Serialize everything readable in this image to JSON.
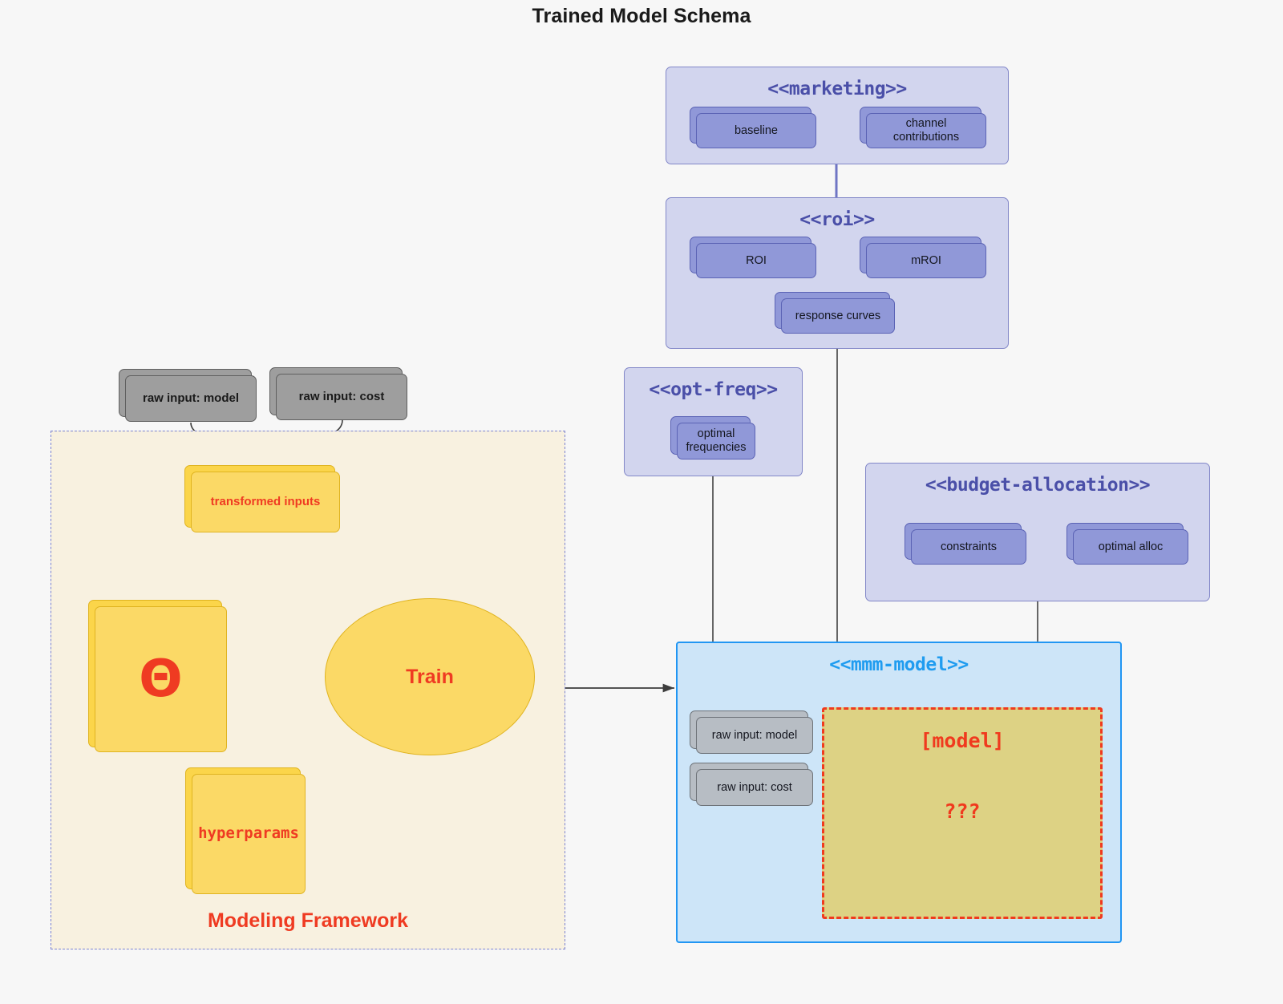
{
  "title": "Trained Model Schema",
  "packages": {
    "marketing": {
      "stereotype": "<<marketing>>",
      "nodes": [
        {
          "label": "baseline"
        },
        {
          "label": "channel contributions"
        }
      ]
    },
    "roi": {
      "stereotype": "<<roi>>",
      "nodes": [
        {
          "label": "ROI"
        },
        {
          "label": "mROI"
        },
        {
          "label": "response curves"
        }
      ]
    },
    "opt_freq": {
      "stereotype": "<<opt-freq>>",
      "nodes": [
        {
          "label": "optimal frequencies"
        }
      ]
    },
    "budget_allocation": {
      "stereotype": "<<budget-allocation>>",
      "nodes": [
        {
          "label": "constraints"
        },
        {
          "label": "optimal alloc"
        }
      ]
    },
    "mmm_model": {
      "stereotype": "<<mmm-model>>",
      "nodes": [
        {
          "label": "raw input: model"
        },
        {
          "label": "raw input: cost"
        }
      ],
      "model_box": {
        "title": "[model]",
        "question": "???"
      }
    }
  },
  "raw_inputs": [
    {
      "label": "raw input: model"
    },
    {
      "label": "raw input: cost"
    }
  ],
  "framework": {
    "label": "Modeling Framework",
    "transformed_inputs": "transformed inputs",
    "theta": "Θ",
    "hyperparams": "hyperparams",
    "train": "Train"
  },
  "colors": {
    "background": "#f7f7f7",
    "package_fill": "#d2d5ee",
    "package_border": "#8287c8",
    "package_title": "#4a4fa8",
    "node_purple_fill": "#9098d8",
    "node_purple_border": "#5b63b5",
    "node_grey_fill": "#b7bdc4",
    "node_grey_border": "#6d7278",
    "raw_input_fill": "#9e9e9e",
    "mmm_fill": "#cde5f8",
    "mmm_border": "#2196f3",
    "mmm_title": "#1f9cf0",
    "framework_fill": "#f8f1e0",
    "framework_border": "#7d84cf",
    "yellow_fill": "#fbd966",
    "yellow_border": "#e0b420",
    "accent_red": "#ef3b22",
    "model_box_fill": "#ddd284",
    "model_box_border": "#f03a1e",
    "connector_grey": "#4a4a4a"
  }
}
